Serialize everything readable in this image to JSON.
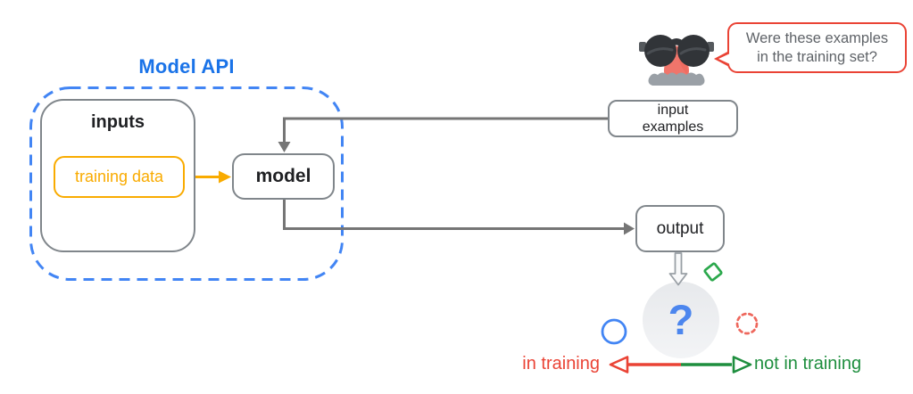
{
  "api": {
    "label": "Model API"
  },
  "boxes": {
    "inputs": "inputs",
    "training_data": "training data",
    "model": "model",
    "input_examples": "input examples",
    "output": "output"
  },
  "attacker": {
    "icon": "disguise-face-icon",
    "bubble_text": "Were these examples in the training set?"
  },
  "question": {
    "symbol": "?"
  },
  "legend": {
    "in_training": "in training",
    "not_in_training": "not in training"
  },
  "colors": {
    "api_blue": "#1A73E8",
    "dash_blue": "#4285F4",
    "box_gray": "#80868B",
    "line_gray": "#757575",
    "text_dark": "#202124",
    "yellow": "#F9AB00",
    "red": "#EA4335",
    "salmon": "#EE675C",
    "green_dark": "#1E8E3E",
    "green_bright": "#2BA84C",
    "bubble_text_gray": "#5F6368",
    "question_blue": "#4C86EE"
  }
}
